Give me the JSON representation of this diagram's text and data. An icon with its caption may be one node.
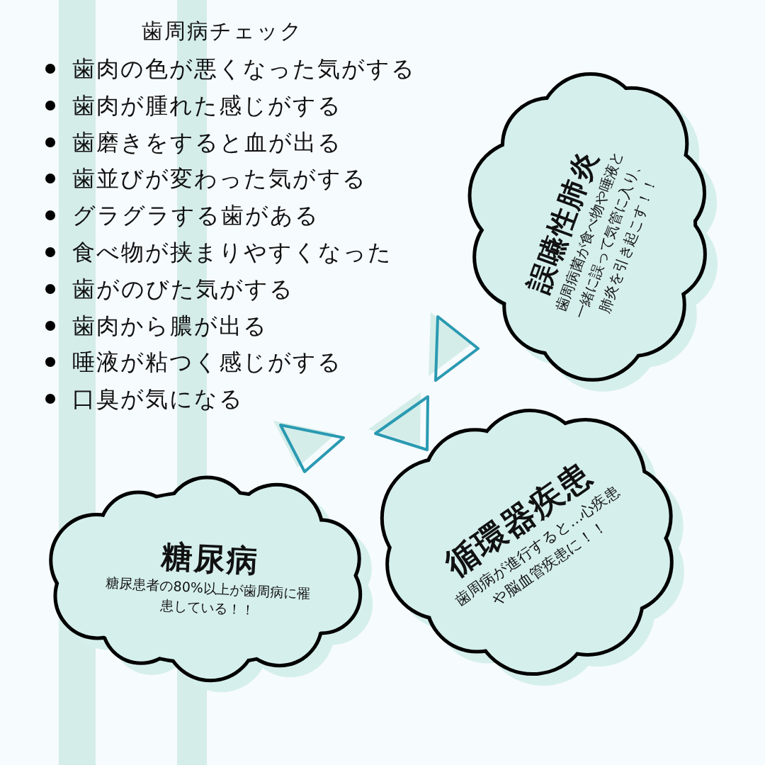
{
  "diagram": {
    "nodes": [
      {
        "text": [
          "誤嚥性肺炎",
          "歯周病菌が食べ物や唾液と一緒に誤って気管に入り、肺炎を引き起こす！！"
        ]
      },
      {
        "text": [
          "循環器疾患",
          "歯周病が進行すると…心疾患や脳血管疾患に！！"
        ]
      },
      {
        "text": [
          "糖尿病",
          "糖尿患者の80%以上が歯周病に罹患している！！"
        ]
      }
    ],
    "labels": [
      "歯周病チェック",
      "歯肉の色が悪くなった気がする",
      "歯肉が腫れた感じがする",
      "歯磨きをすると血が出る",
      "歯並びが変わった気がする",
      "グラグラする歯がある",
      "食べ物が挟まりやすくなった",
      "歯がのびた気がする",
      "歯肉から膿が出る",
      "唾液が粘つく感じがする",
      "口臭が気になる"
    ]
  }
}
